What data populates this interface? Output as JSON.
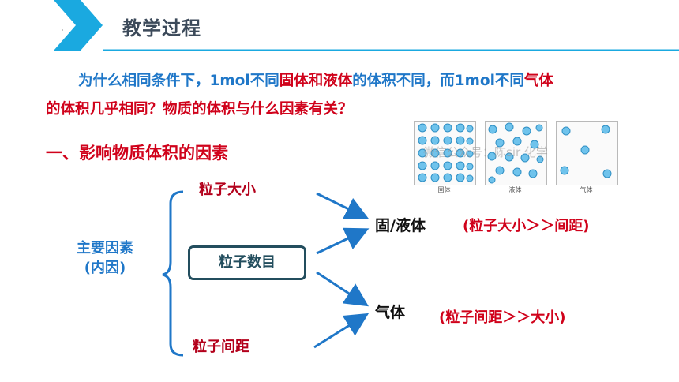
{
  "header": {
    "title": "教学过程"
  },
  "question": {
    "line1_prefix": "为什么相同条件下，1mol不同",
    "line1_red1": "固体和液体",
    "line1_mid": "的体积不同，而1mol不同",
    "line1_red2": "气体",
    "line2_red": "的体积几乎相同？",
    "line2_suffix": "物质的体积与什么因素有关？"
  },
  "section_heading": "一、影响物质体积的因素",
  "panels": [
    {
      "caption": "固体"
    },
    {
      "caption": "液体"
    },
    {
      "caption": "气体"
    }
  ],
  "watermark": "微信公众号：陈sir 化学",
  "diagram": {
    "main_factors": "主要因素",
    "internal": "(内因)",
    "particle_size": "粒子大小",
    "particle_count": "粒子数目",
    "particle_spacing": "粒子间距",
    "solid_liquid": "固/液体",
    "gas": "气体",
    "solid_liquid_note": "(粒子大小＞＞间距)",
    "gas_note": "(粒子间距＞＞大小)"
  },
  "colors": {
    "accent_blue": "#1f77c8",
    "brand_red": "#d0021b",
    "dark_teal": "#234e5e",
    "header_cyan": "#1aa9e0"
  }
}
